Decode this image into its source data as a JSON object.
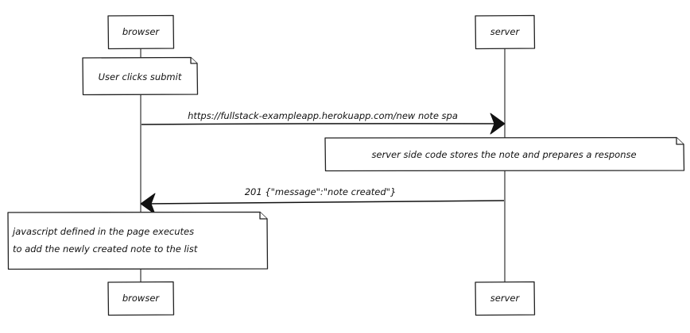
{
  "participants": [
    {
      "id": "browser",
      "label": "browser"
    },
    {
      "id": "server",
      "label": "server"
    }
  ],
  "notes": [
    {
      "id": "note-user-clicks-submit",
      "lines": [
        "User clicks submit"
      ]
    },
    {
      "id": "note-server-stores",
      "lines": [
        "server side code stores the note and prepares a response"
      ]
    },
    {
      "id": "note-js-executes",
      "lines": [
        "javascript defined in the page executes",
        "to add the newly created note to the list"
      ]
    }
  ],
  "messages": [
    {
      "id": "msg-post-new-note-spa",
      "from": "browser",
      "to": "server",
      "label": "https://fullstack-exampleapp.herokuapp.com/new note spa"
    },
    {
      "id": "msg-201-response",
      "from": "server",
      "to": "browser",
      "label": "201 {\"message\":\"note created\"}"
    }
  ]
}
